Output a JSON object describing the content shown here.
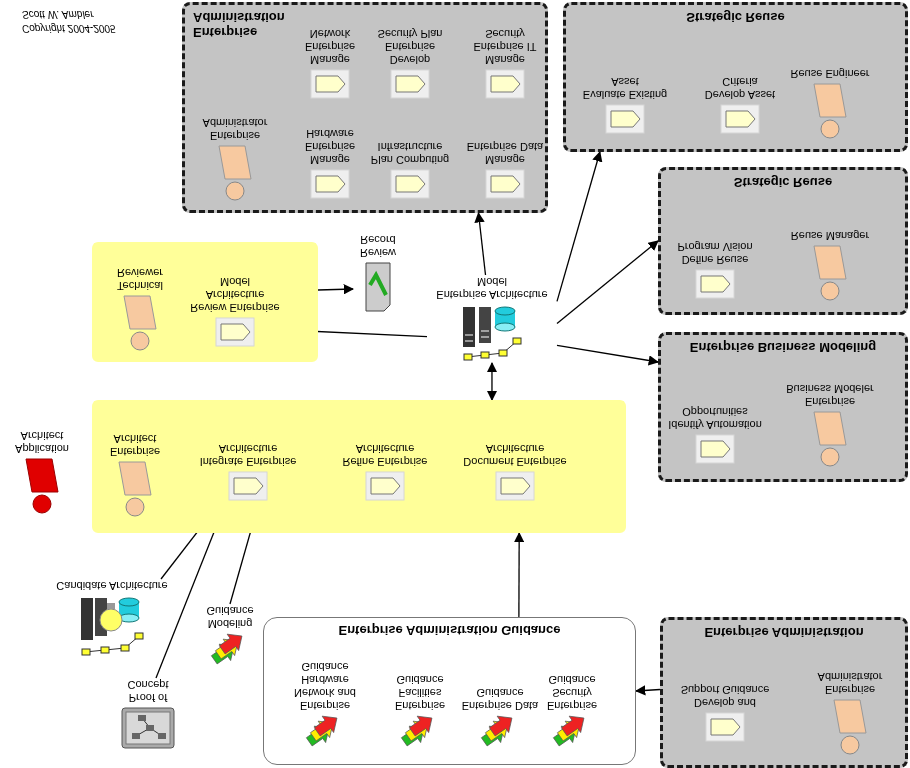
{
  "diagram": {
    "nodes": [
      {
        "text": [
          "Enterprise Administration Guidance"
        ]
      },
      {
        "text": [
          "Enterprise Network and Hardware Guidance"
        ],
        "in": 0
      },
      {
        "text": [
          "Enterprise Facilities Guidance"
        ],
        "in": 0
      },
      {
        "text": [
          "Enterprise Data Guidance"
        ],
        "in": 0
      },
      {
        "text": [
          "Enterprise Security Guidance"
        ],
        "in": 0
      },
      {
        "text": [
          "Enterprise Administration"
        ]
      },
      {
        "text": [
          "Develop and Support Guidance"
        ],
        "in": 5
      },
      {
        "text": [
          "Enterprise Administrator"
        ],
        "in": 5
      },
      {
        "text": [
          "Proof of Concept"
        ]
      },
      {
        "text": [
          "Modeling Guidance"
        ]
      },
      {
        "text": [
          "Candidate Architecture"
        ]
      },
      {
        "text": []
      },
      {
        "text": [
          "Enterprise Architect"
        ],
        "in": 11
      },
      {
        "text": [
          "Integrate Enterprise Architecture"
        ],
        "in": 11
      },
      {
        "text": [
          "Refine Enterprise Architecture"
        ],
        "in": 11
      },
      {
        "text": [
          "Document Enterprise Architecture"
        ],
        "in": 11
      },
      {
        "text": [
          "Application Architect"
        ]
      },
      {
        "text": [
          "Enterprise Business Modeling"
        ]
      },
      {
        "text": [
          "Identify Automation Opportunities"
        ],
        "in": 17
      },
      {
        "text": [
          "Enterprise Business Modeler"
        ],
        "in": 17
      },
      {
        "text": [
          "Enterprise Architecture Model"
        ]
      },
      {
        "text": []
      },
      {
        "text": [
          "Technical Reviewer"
        ],
        "in": 21
      },
      {
        "text": [
          "Review Enterprise Architecture Model"
        ],
        "in": 21
      },
      {
        "text": [
          "Review Record"
        ]
      },
      {
        "text": [
          "Strategic Reuse"
        ]
      },
      {
        "text": [
          "Define Reuse Program Vision"
        ],
        "in": 25
      },
      {
        "text": [
          "Reuse Manager"
        ],
        "in": 25
      },
      {
        "text": [
          "Enterprise Administration"
        ]
      },
      {
        "text": [
          "Enterprise Administrator"
        ],
        "in": 28
      },
      {
        "text": [
          "Manage Enterprise Hardware"
        ],
        "in": 28
      },
      {
        "text": [
          "Plan Computing Infrastructure"
        ],
        "in": 28
      },
      {
        "text": [
          "Manage Enterprise Data"
        ],
        "in": 28
      },
      {
        "text": [
          "Manage Enterprise Network"
        ],
        "in": 28
      },
      {
        "text": [
          "Develop Enterprise Security Plan"
        ],
        "in": 28
      },
      {
        "text": [
          "Manage Enterprise IT Security"
        ],
        "in": 28
      },
      {
        "text": [
          "Strategic Reuse"
        ]
      },
      {
        "text": [
          "Evaluate Existing Asset"
        ],
        "in": 36
      },
      {
        "text": [
          "Develop Asset Criteria"
        ],
        "in": 36
      },
      {
        "text": [
          "Reuse Engineer"
        ],
        "in": 36
      }
    ],
    "edges": [
      {
        "from": 5,
        "to": 0,
        "arrow": "to"
      },
      {
        "from": 0,
        "to": 11,
        "arrow": "to"
      },
      {
        "from": 10,
        "to": 13,
        "arrow": "to"
      },
      {
        "from": 8,
        "to": 13,
        "arrow": "to"
      },
      {
        "from": 9,
        "to": 13,
        "arrow": "to"
      },
      {
        "from": 20,
        "to": 11,
        "arrow": "both"
      },
      {
        "from": 20,
        "to": 23,
        "arrow": "to"
      },
      {
        "from": 21,
        "to": 24,
        "arrow": "to"
      },
      {
        "from": 20,
        "to": 17,
        "arrow": "to"
      },
      {
        "from": 20,
        "to": 25,
        "arrow": "to"
      },
      {
        "from": 20,
        "to": 36,
        "arrow": "to"
      },
      {
        "from": 20,
        "to": 28,
        "arrow": "to"
      }
    ],
    "labels": [
      "Copyright 2004-2005",
      "Scott W. Ambler"
    ]
  }
}
